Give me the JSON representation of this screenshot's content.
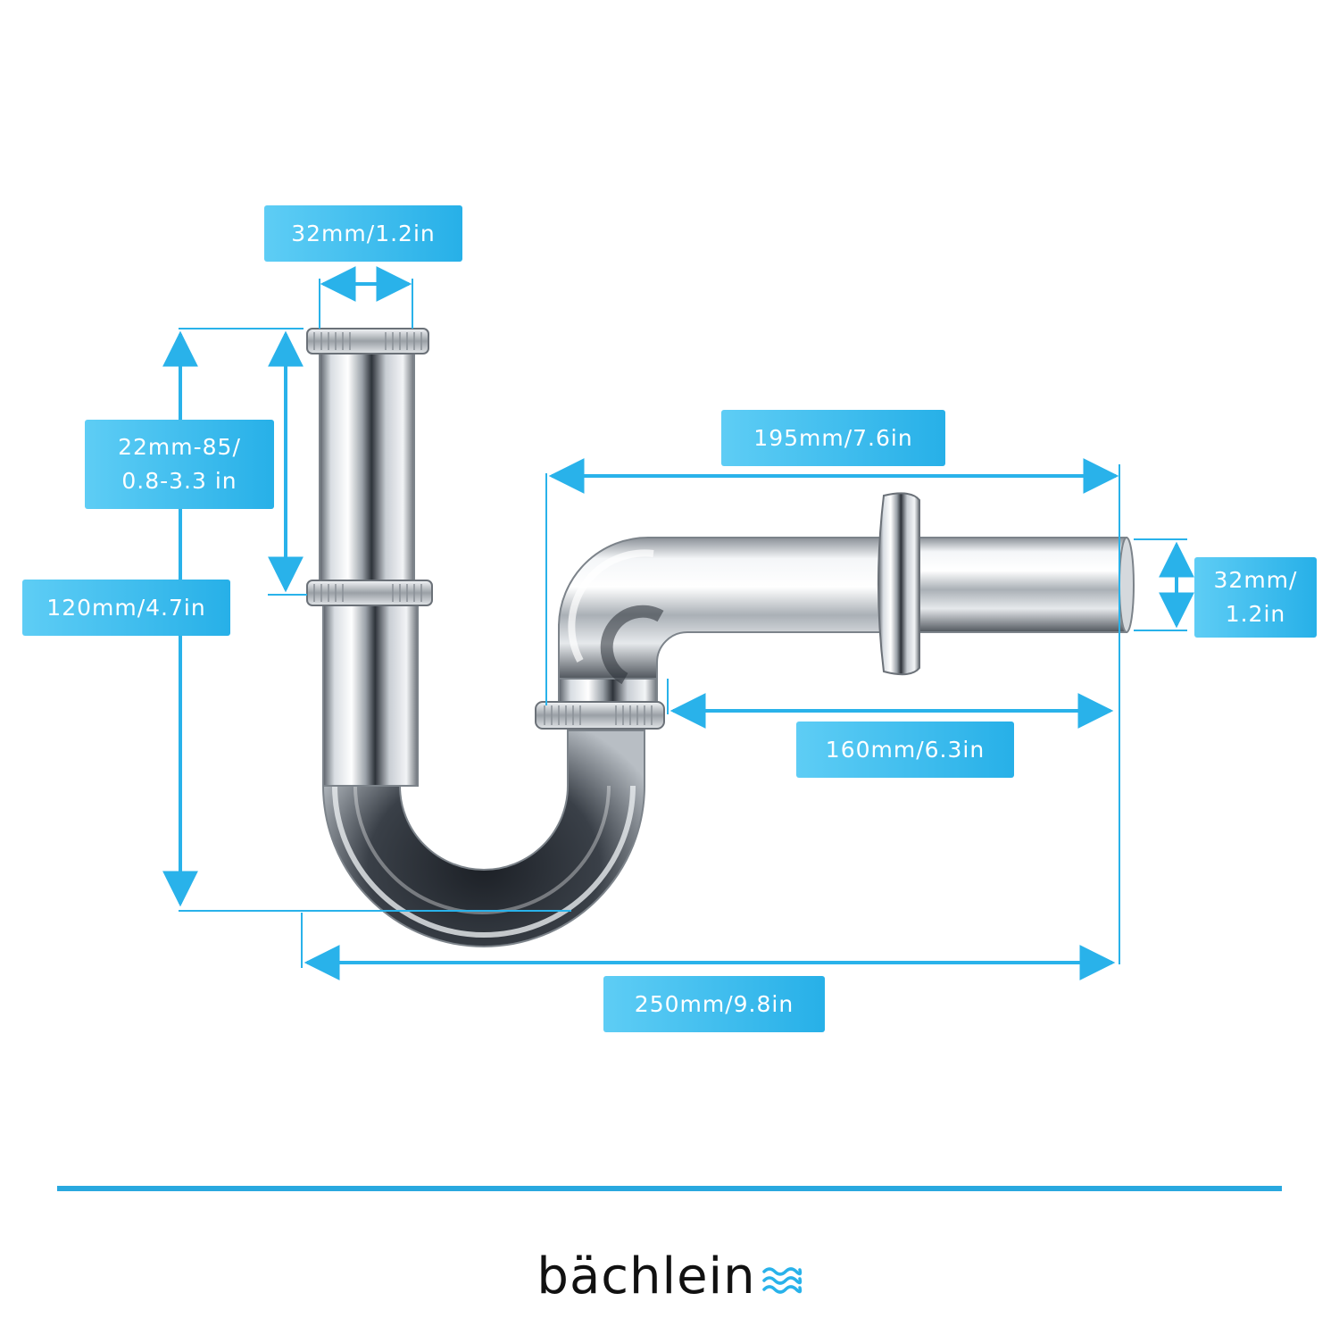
{
  "colors": {
    "accent": "#29b2ea",
    "accent_light": "#5ecdf5",
    "divider": "#29a8df",
    "chrome_dark": "#2a2f36",
    "chrome_light": "#f4f6f8",
    "text": "#111111"
  },
  "dimensions": {
    "top_diameter": "32mm/1.2in",
    "adjustable_height": "22mm-85/\n0.8-3.3 in",
    "total_height": "120mm/4.7in",
    "outlet_length": "195mm/7.6in",
    "outlet_diameter": "32mm/\n1.2in",
    "outlet_to_trap": "160mm/6.3in",
    "total_width": "250mm/9.8in"
  },
  "brand": {
    "name": "bächlein",
    "icon": "waves-icon"
  }
}
